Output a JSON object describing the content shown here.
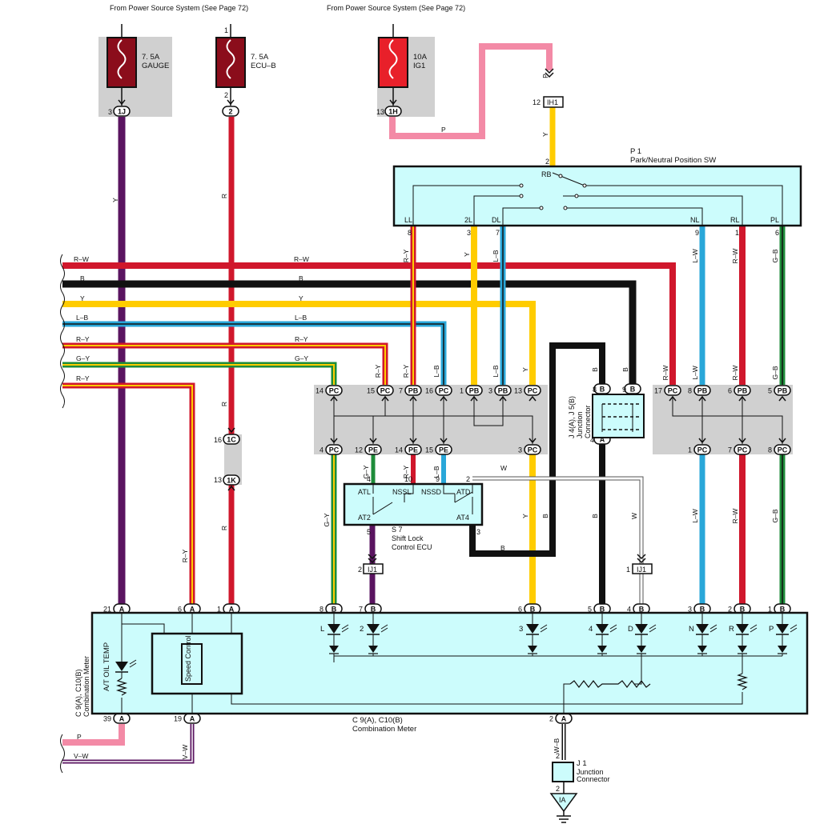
{
  "header": {
    "power_source_left": "From Power Source System (See Page 72)",
    "power_source_right": "From Power Source System (See Page 72)"
  },
  "fuses": [
    {
      "amp": "7. 5A",
      "name": "GAUGE",
      "pin": "3",
      "conn": "1J",
      "color": "#8b0d1b"
    },
    {
      "amp": "7. 5A",
      "name": "ECU–B",
      "pin_top": "1",
      "pin": "2",
      "conn": "2",
      "color": "#8b0d1b"
    },
    {
      "amp": "10A",
      "name": "IG1",
      "pin": "13",
      "conn": "1H",
      "color": "#e8202a"
    }
  ],
  "connectors": {
    "ih1": {
      "label": "IH1",
      "pin": "12"
    },
    "ij1_left": {
      "label": "IJ1",
      "pin": "2"
    },
    "ij1_right": {
      "label": "IJ1",
      "pin": "1"
    },
    "ic": {
      "label": "1C",
      "pin": "16"
    },
    "ik": {
      "label": "1K",
      "pin": "13"
    },
    "ia": "IA",
    "j1_pin_top": "2",
    "j1_pin_bottom": "2",
    "j4_a": "A",
    "j4_b": "B"
  },
  "p1": {
    "ref": "P 1",
    "name": "Park/Neutral Position SW",
    "pin_in": "2",
    "rb": "RB",
    "terminals": [
      {
        "label": "LL",
        "pin": "8",
        "wire": "R–Y"
      },
      {
        "label": "2L",
        "pin": "3",
        "wire": "Y"
      },
      {
        "label": "DL",
        "pin": "7",
        "wire": "L–B"
      },
      {
        "label": "NL",
        "pin": "9",
        "wire": "L–W"
      },
      {
        "label": "RL",
        "pin": "1",
        "wire": "R–W"
      },
      {
        "label": "PL",
        "pin": "6",
        "wire": "G–B"
      }
    ]
  },
  "harness": {
    "lines": [
      {
        "name": "R–W",
        "color": "#d0172c",
        "stripe": ""
      },
      {
        "name": "B",
        "color": "#111111",
        "stripe": ""
      },
      {
        "name": "Y",
        "color": "#ffcc00",
        "stripe": ""
      },
      {
        "name": "L–B",
        "color": "#29a7d9",
        "stripe": "#111111"
      },
      {
        "name": "R–Y",
        "color": "#d0172c",
        "stripe": "#ffcc00"
      },
      {
        "name": "G–Y",
        "color": "#1e8c3a",
        "stripe": "#ffcc00"
      },
      {
        "name": "R–Y",
        "color": "#d0172c",
        "stripe": "#ffcc00"
      }
    ],
    "mid_labels": [
      "R–W",
      "B",
      "Y",
      "L–B",
      "R–Y",
      "G–Y"
    ]
  },
  "junction_left": {
    "top": [
      {
        "pin": "14",
        "tag": "PC"
      },
      {
        "pin": "15",
        "tag": "PC"
      },
      {
        "pin": "7",
        "tag": "PB"
      },
      {
        "pin": "16",
        "tag": "PC"
      },
      {
        "pin": "1",
        "tag": "PB"
      },
      {
        "pin": "3",
        "tag": "PB"
      },
      {
        "pin": "13",
        "tag": "PC"
      }
    ],
    "bottom": [
      {
        "pin": "4",
        "tag": "PC"
      },
      {
        "pin": "12",
        "tag": "PE"
      },
      {
        "pin": "14",
        "tag": "PE"
      },
      {
        "pin": "15",
        "tag": "PE"
      },
      {
        "pin": "3",
        "tag": "PC"
      }
    ],
    "wire_labels_top": [
      "R–Y",
      "R–Y",
      "L–B",
      "L–B",
      "Y"
    ],
    "wire_labels_bottom": [
      "G–Y",
      "R–Y",
      "L–B"
    ]
  },
  "junction_right": {
    "top": [
      {
        "pin": "17",
        "tag": "PC"
      },
      {
        "pin": "8",
        "tag": "PB"
      },
      {
        "pin": "6",
        "tag": "PB"
      },
      {
        "pin": "5",
        "tag": "PB"
      }
    ],
    "bottom": [
      {
        "pin": "1",
        "tag": "PC"
      },
      {
        "pin": "7",
        "tag": "PC"
      },
      {
        "pin": "8",
        "tag": "PC"
      }
    ],
    "wire_labels_top": [
      "R–W",
      "L–W",
      "R–W",
      "G–B"
    ]
  },
  "j4": {
    "name": "J 4(A), J 5(B)",
    "sub1": "Junction",
    "sub2": "Connector",
    "pin_top_left": "8",
    "pin_top_right": "9",
    "pin_bottom": "4"
  },
  "s7": {
    "ref": "S 7",
    "name1": "Shift Lock",
    "name2": "Control ECU",
    "terms": [
      "ATL",
      "NSSL",
      "NSSD",
      "ATD",
      "AT2",
      "AT4"
    ],
    "pins": [
      "4",
      "10",
      "9",
      "2",
      "5",
      "3"
    ],
    "wire_w": "W",
    "wire_b": "B"
  },
  "meter": {
    "ref_bottom": "C 9(A), C10(B)",
    "name_bottom": "Combination Meter",
    "ref_side": "C 9(A), C10(B)",
    "name_side": "Combination Meter",
    "oil_temp": "A/T OIL TEMP",
    "speed_control": "Speed Control",
    "top_pins": [
      {
        "pin": "21",
        "tag": "A"
      },
      {
        "pin": "6",
        "tag": "A"
      },
      {
        "pin": "1",
        "tag": "A"
      },
      {
        "pin": "8",
        "tag": "B"
      },
      {
        "pin": "7",
        "tag": "B"
      },
      {
        "pin": "6",
        "tag": "B"
      },
      {
        "pin": "5",
        "tag": "B"
      },
      {
        "pin": "4",
        "tag": "B"
      },
      {
        "pin": "3",
        "tag": "B"
      },
      {
        "pin": "2",
        "tag": "B"
      },
      {
        "pin": "1",
        "tag": "B"
      }
    ],
    "leds": [
      "L",
      "2",
      "3",
      "4",
      "D",
      "N",
      "R",
      "P"
    ],
    "bottom_pins": [
      {
        "pin": "39",
        "tag": "A"
      },
      {
        "pin": "19",
        "tag": "A"
      },
      {
        "pin": "2",
        "tag": "A"
      }
    ]
  },
  "wire_labels": {
    "gauge": "Y",
    "ecu": "R",
    "ecu_lower": "R",
    "ecu_bottom": "R",
    "ry_left": "R–Y",
    "ig1": "P",
    "ih1_top": "P",
    "ih1_bottom": "Y",
    "gy_down": "G–Y",
    "y_down": "Y",
    "b_down": "B",
    "b_j4": "B",
    "w_down": "W",
    "lw_down": "L–W",
    "rw_down": "R–W",
    "gb_down": "G–B",
    "b_j4_top": "B",
    "b_j4_top2": "B",
    "p_bottom": "P",
    "vw_bottom": "V–W",
    "vw_vert": "V–W",
    "wb": "W–B"
  },
  "j1": {
    "ref": "J 1",
    "name1": "Junction",
    "name2": "Connector"
  }
}
